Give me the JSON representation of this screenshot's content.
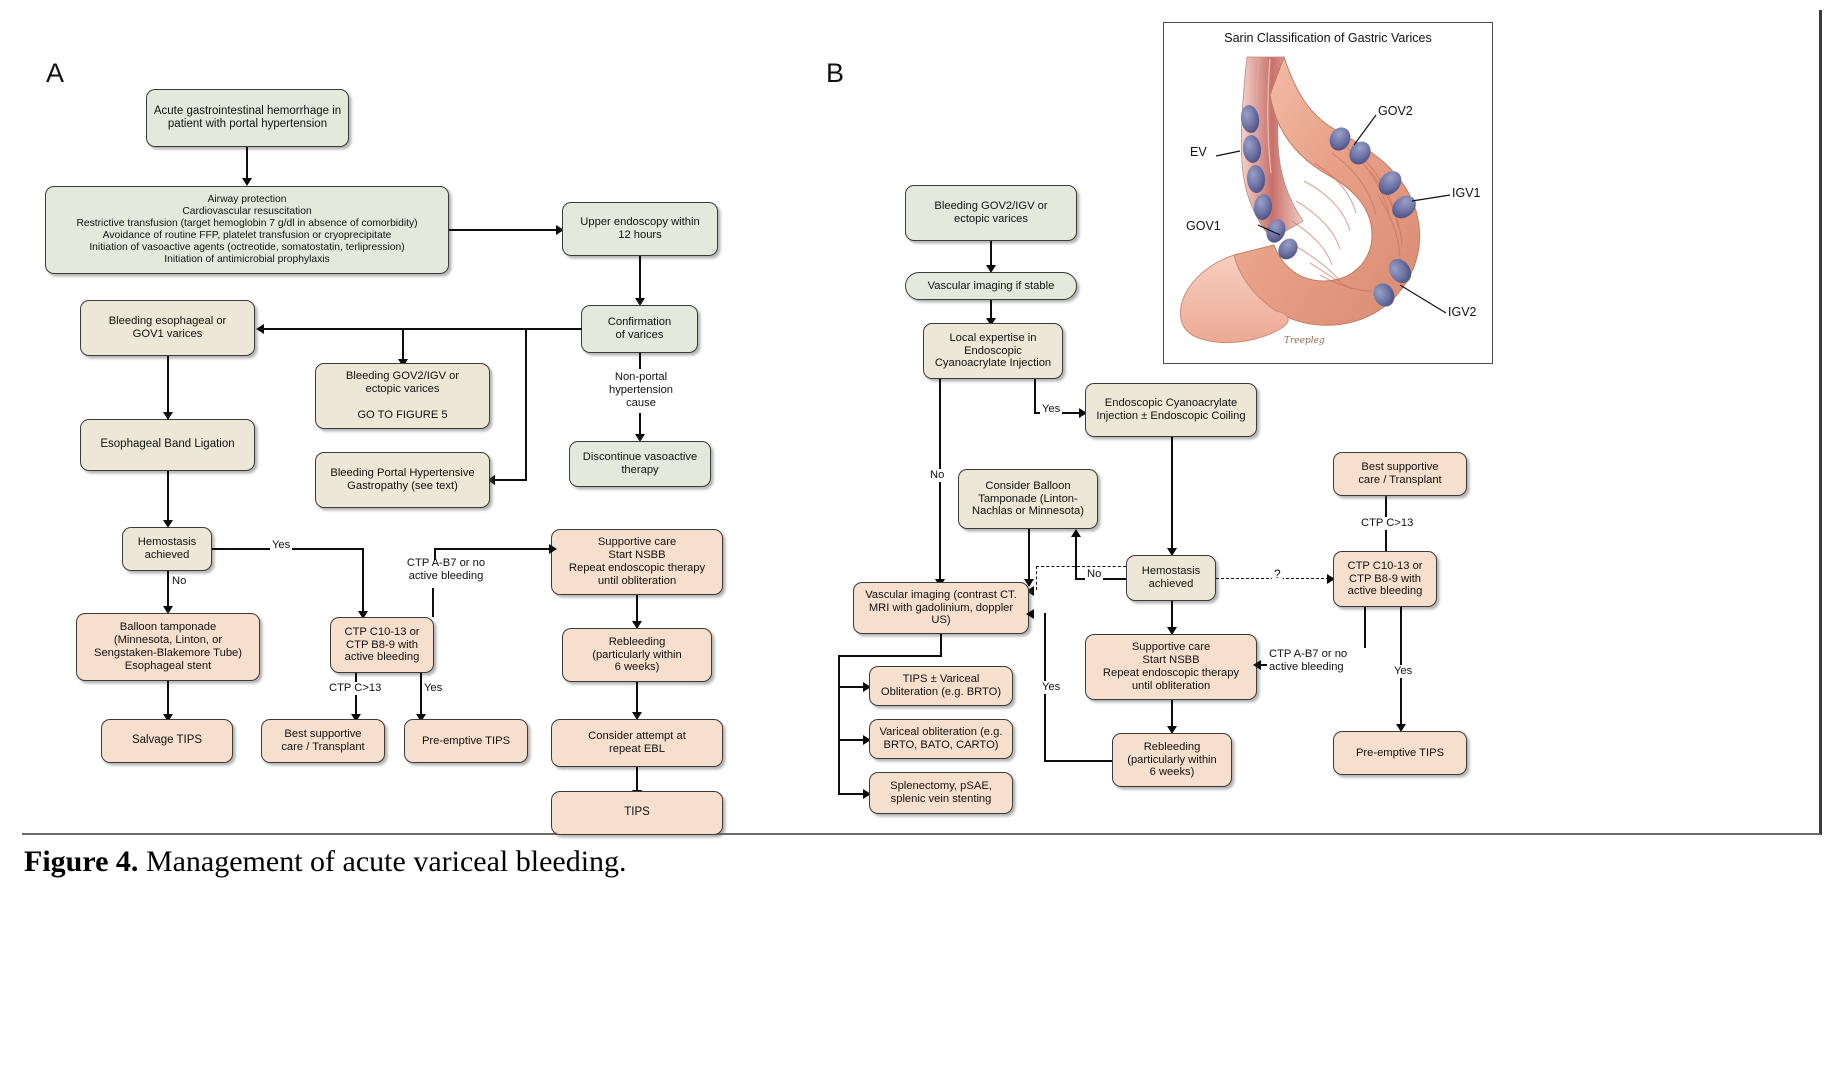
{
  "figure": {
    "caption_label": "Figure 4.",
    "caption_text": " Management of acute variceal bleeding.",
    "panel_a_letter": "A",
    "panel_b_letter": "B"
  },
  "panelA": {
    "nodes": {
      "start": "Acute gastrointestinal hemorrhage in\npatient with portal hypertension",
      "resus": "Airway protection\nCardiovascular resuscitation\nRestrictive transfusion (target hemoglobin 7 g/dl in absence of comorbidity)\nAvoidance of routine FFP, platelet transfusion or cryoprecipitate\nInitiation of vasoactive agents (octreotide, somatostatin, terlipression)\nInitiation of antimicrobial prophylaxis",
      "endoscopy": "Upper endoscopy within\n12 hours",
      "confirmation": "Confirmation\nof varices",
      "nonportal": "Non-portal\nhypertension\ncause",
      "discontinue": "Discontinue vasoactive\ntherapy",
      "esoph_gov1": "Bleeding esophageal or\nGOV1 varices",
      "gov2igv": "Bleeding GOV2/IGV or\nectopic varices\n\nGO TO FIGURE 5",
      "portal_gastropathy": "Bleeding Portal Hypertensive\nGastropathy (see text)",
      "band_ligation": "Esophageal Band Ligation",
      "hemostasis": "Hemostasis\nachieved",
      "balloon": "Balloon tamponade\n(Minnesota, Linton, or\nSengstaken-Blakemore Tube)\nEsophageal stent",
      "ctp": "CTP C10-13 or\nCTP B8-9 with\nactive bleeding",
      "supportive": "Supportive care\nStart NSBB\nRepeat endoscopic therapy\nuntil obliteration",
      "rebleeding": "Rebleeding\n(particularly within\n6 weeks)",
      "salvage_tips": "Salvage TIPS",
      "best_supportive": "Best supportive\ncare / Transplant",
      "preemptive_tips": "Pre-emptive TIPS",
      "repeat_ebl": "Consider attempt at\nrepeat EBL",
      "tips": "TIPS"
    },
    "edges": {
      "yes_hemostasis": "Yes",
      "no_hemostasis": "No",
      "ctp_a_b7": "CTP A-B7 or no\nactive bleeding",
      "ctp_c_gt13": "CTP C>13",
      "yes_ctp": "Yes"
    }
  },
  "panelB": {
    "nodes": {
      "start": "Bleeding GOV2/IGV or\nectopic varices",
      "vascular_stable": "Vascular imaging if stable",
      "local_expertise": "Local expertise in\nEndoscopic\nCyanoacrylate Injection",
      "cyanoacrylate": "Endoscopic Cyanoacrylate\nInjection ± Endoscopic Coiling",
      "balloon_tamponade": "Consider Balloon\nTamponade (Linton-\nNachlas or Minnesota)",
      "hemostasis": "Hemostasis\nachieved",
      "vascular_imaging": "Vascular imaging (contrast CT.\nMRI with gadolinium, doppler US)",
      "tips_variceal": "TIPS ± Variceal\nObliteration (e.g. BRTO)",
      "variceal_oblit": "Variceal obliteration (e.g.\nBRTO, BATO, CARTO)",
      "splenectomy": "Splenectomy, pSAE,\nsplenic vein stenting",
      "supportive": "Supportive care\nStart NSBB\nRepeat endoscopic therapy\nuntil obliteration",
      "rebleeding": "Rebleeding\n(particularly within\n6 weeks)",
      "ctp": "CTP C10-13 or\nCTP B8-9 with\nactive bleeding",
      "best_supportive": "Best supportive\ncare / Transplant",
      "preemptive_tips": "Pre-emptive TIPS"
    },
    "edges": {
      "yes_expertise": "Yes",
      "no_expertise": "No",
      "no_hemostasis": "No",
      "question": "?",
      "yes_rebleed": "Yes",
      "ctp_a_b7": "CTP A-B7 or no\nactive bleeding",
      "ctp_c_gt13": "CTP C>13",
      "yes_ctp": "Yes"
    }
  },
  "inset": {
    "title": "Sarin Classification of Gastric Varices",
    "labels": {
      "ev": "EV",
      "gov1": "GOV1",
      "gov2": "GOV2",
      "igv1": "IGV1",
      "igv2": "IGV2"
    },
    "signature": "Treepleg"
  }
}
